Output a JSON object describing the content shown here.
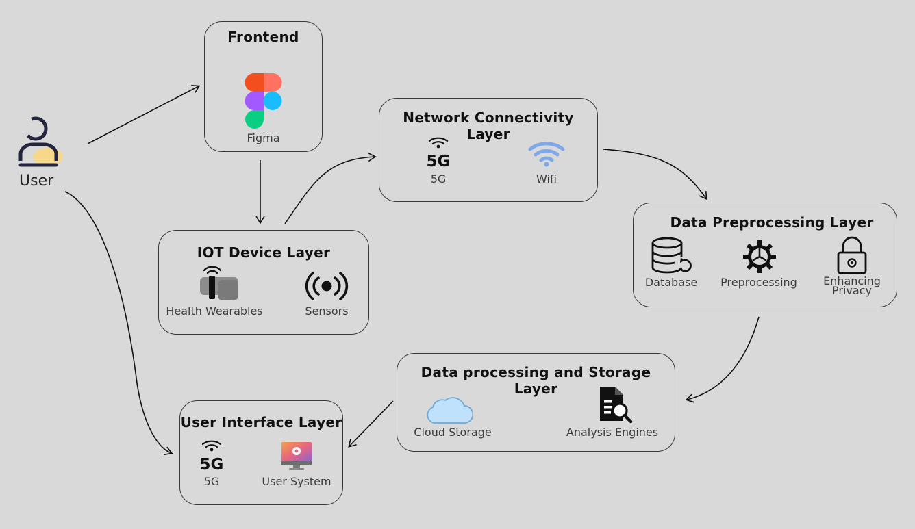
{
  "user": {
    "label": "User"
  },
  "frontend": {
    "title": "Frontend",
    "items": [
      "Figma"
    ]
  },
  "network": {
    "title": "Network Connectivity Layer",
    "items": [
      "5G",
      "Wifi"
    ]
  },
  "iot": {
    "title": "IOT Device Layer",
    "items": [
      "Health Wearables",
      "Sensors"
    ]
  },
  "preprocessing": {
    "title": "Data Preprocessing Layer",
    "items": [
      "Database",
      "Preprocessing",
      "Enhancing",
      "Privacy"
    ]
  },
  "storage": {
    "title": "Data processing and Storage Layer",
    "items": [
      "Cloud Storage",
      "Analysis Engines"
    ]
  },
  "ui_layer": {
    "title": "User Interface Layer",
    "items": [
      "5G",
      "User System"
    ]
  },
  "icons": [
    "user-icon",
    "figma-icon",
    "5g-icon",
    "wifi-icon",
    "health-wearable-icon",
    "sensor-icon",
    "database-icon",
    "gear-icon",
    "lock-icon",
    "cloud-icon",
    "analysis-icon",
    "monitor-icon"
  ]
}
